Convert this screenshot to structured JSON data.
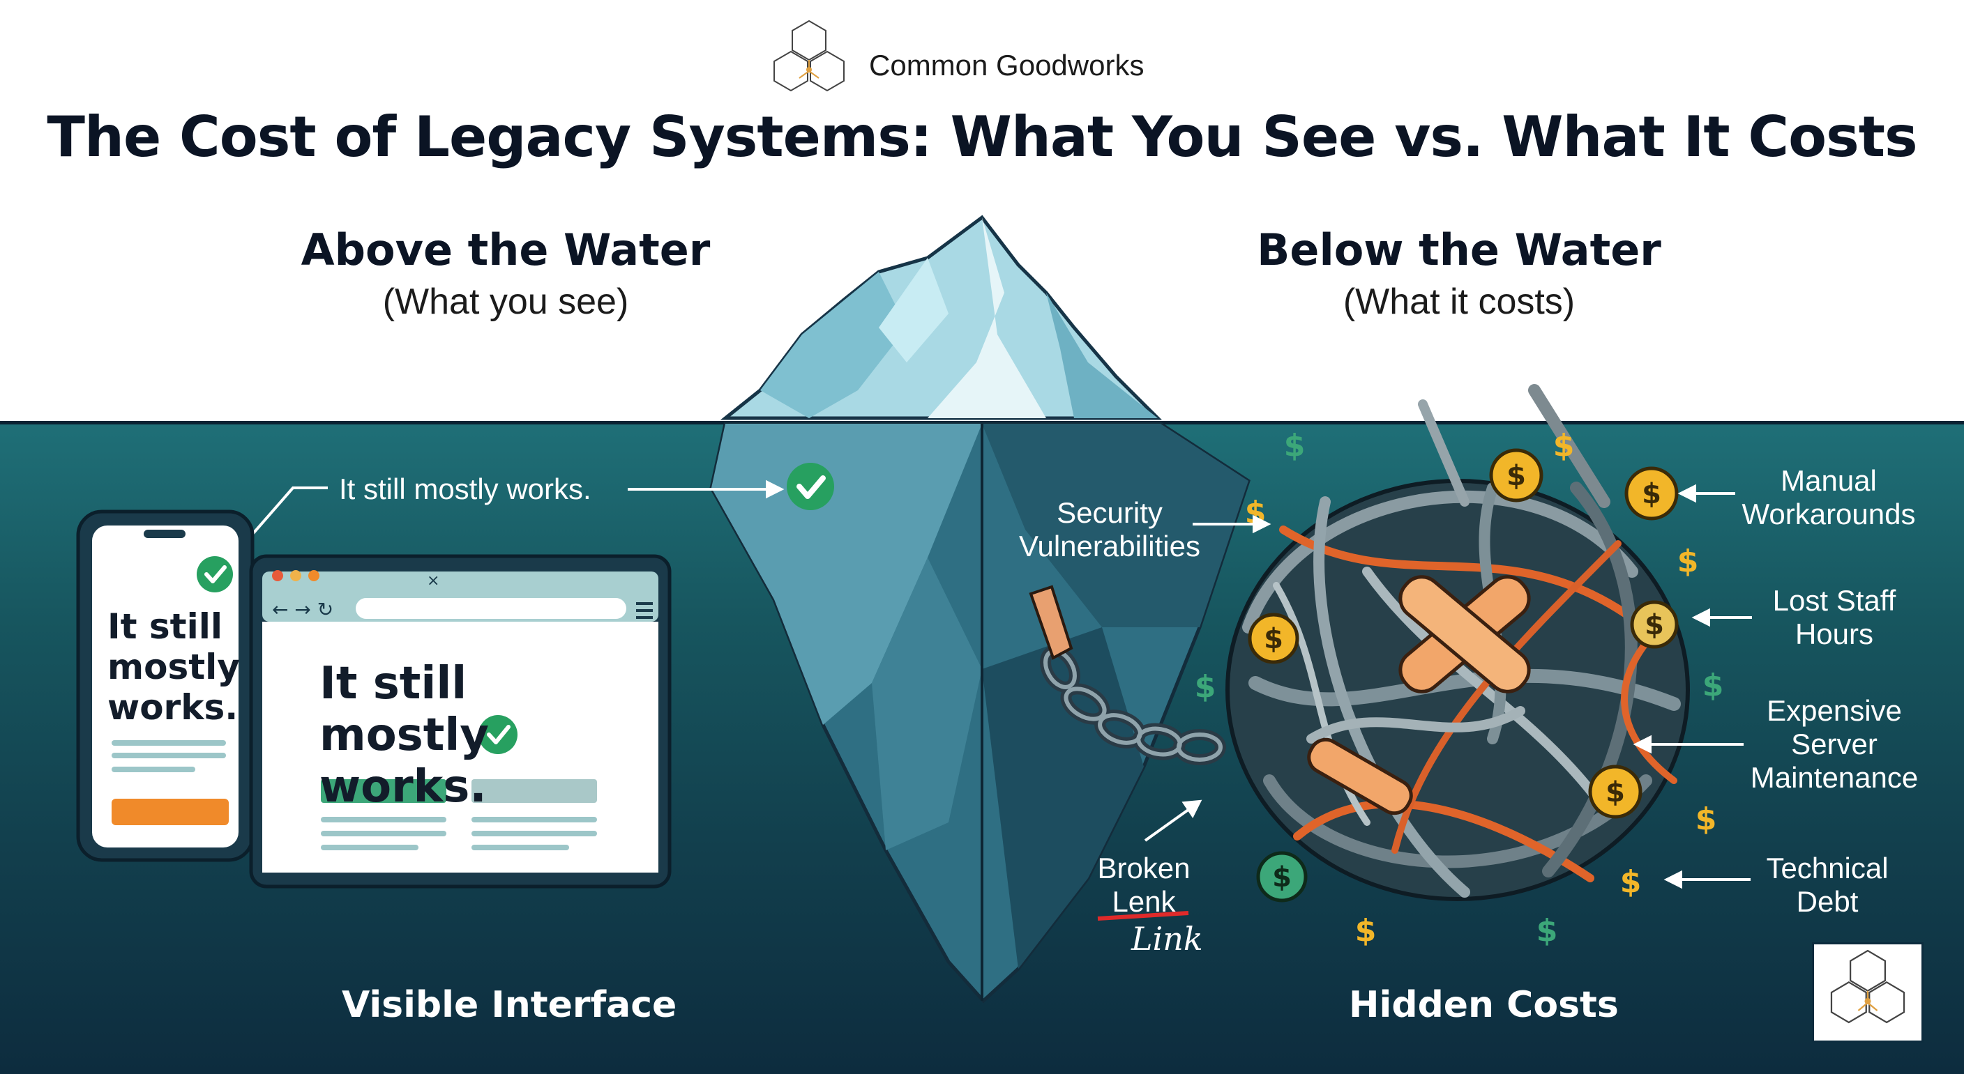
{
  "brand": {
    "name": "Common Goodworks",
    "logo_icon": "hexagon-cluster-logo-icon"
  },
  "title": "The Cost of Legacy Systems: What You See vs. What It Costs",
  "above": {
    "title": "Above the Water",
    "subtitle": "(What you see)",
    "caption": "Visible Interface"
  },
  "below": {
    "title": "Below the Water",
    "subtitle": "(What it costs)",
    "caption": "Hidden Costs"
  },
  "callout_top": "It still mostly works.",
  "phone": {
    "text": "It still mostly works."
  },
  "browser": {
    "text": "It still mostly works."
  },
  "costs": {
    "security": "Security Vulnerabilities",
    "broken_struck": "Lenk",
    "broken_word": "Broken",
    "broken_handwritten": "Link",
    "manual": "Manual Workarounds",
    "lost_staff": "Lost Staff Hours",
    "server": "Expensive Server Maintenance",
    "debt": "Technical Debt"
  },
  "colors": {
    "water_top": "#1f6f77",
    "water_bottom": "#0d2c3e",
    "check_green": "#27a060",
    "accent_orange": "#f08a2a",
    "coin_gold": "#f2b629",
    "ice_light": "#cfeaf0",
    "ice_deep": "#2e6f82"
  }
}
